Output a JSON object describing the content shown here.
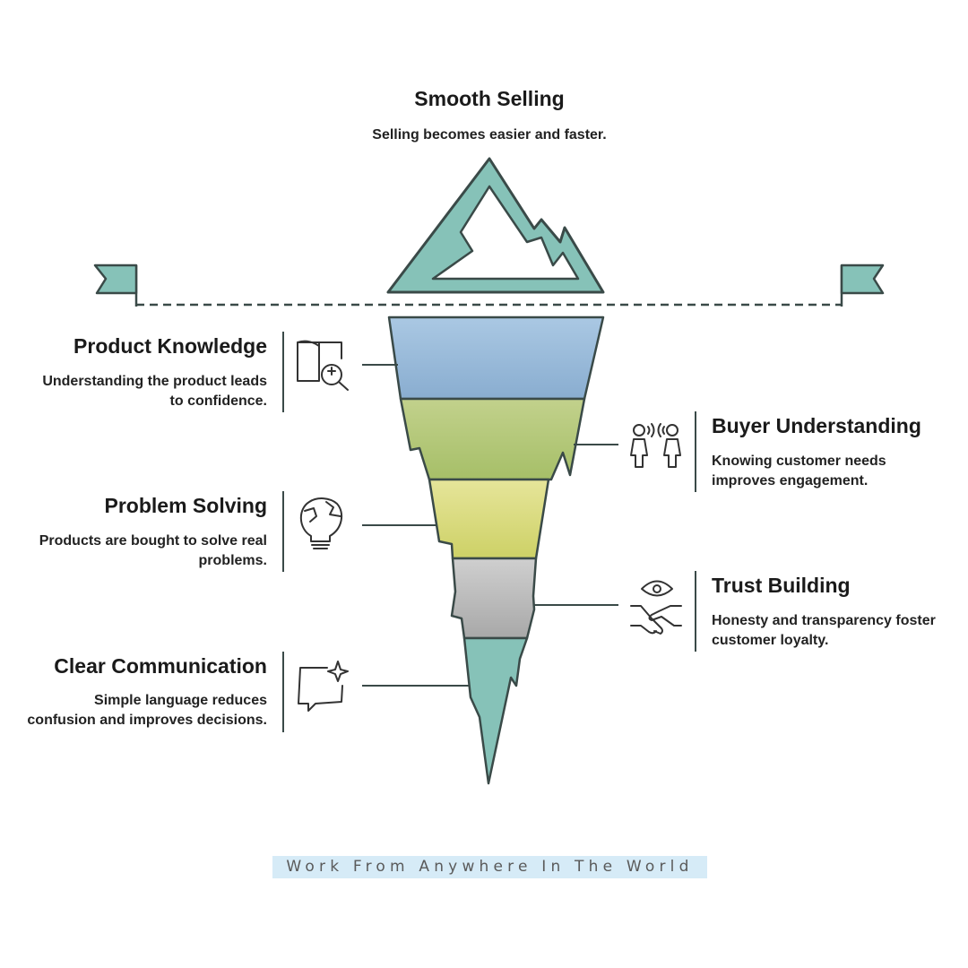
{
  "top": {
    "title": "Smooth Selling",
    "desc": "Selling becomes easier and faster."
  },
  "layers": [
    {
      "title": "Product Knowledge",
      "desc_lines": [
        "Understanding the product leads",
        "to confidence."
      ],
      "side": "left",
      "icon": "book-magnifier-icon",
      "color": "#9bbad8"
    },
    {
      "title": "Buyer Understanding",
      "desc_lines": [
        "Knowing customer needs",
        "improves engagement."
      ],
      "side": "right",
      "icon": "people-talking-icon",
      "color": "#b8c97c"
    },
    {
      "title": "Problem Solving",
      "desc_lines": [
        "Products are bought to solve real",
        "problems."
      ],
      "side": "left",
      "icon": "globe-lightbulb-icon",
      "color": "#d9db8a"
    },
    {
      "title": "Trust Building",
      "desc_lines": [
        "Honesty and transparency foster",
        "customer loyalty."
      ],
      "side": "right",
      "icon": "eye-handshake-icon",
      "color": "#bdbdbd"
    },
    {
      "title": "Clear Communication",
      "desc_lines": [
        "Simple language reduces",
        "confusion and improves decisions."
      ],
      "side": "left",
      "icon": "chat-sparkle-icon",
      "color": "#86c2b8"
    }
  ],
  "footer": "Work From Anywhere In The World",
  "colors": {
    "teal": "#86c2b8",
    "outline": "#3a4a48"
  }
}
